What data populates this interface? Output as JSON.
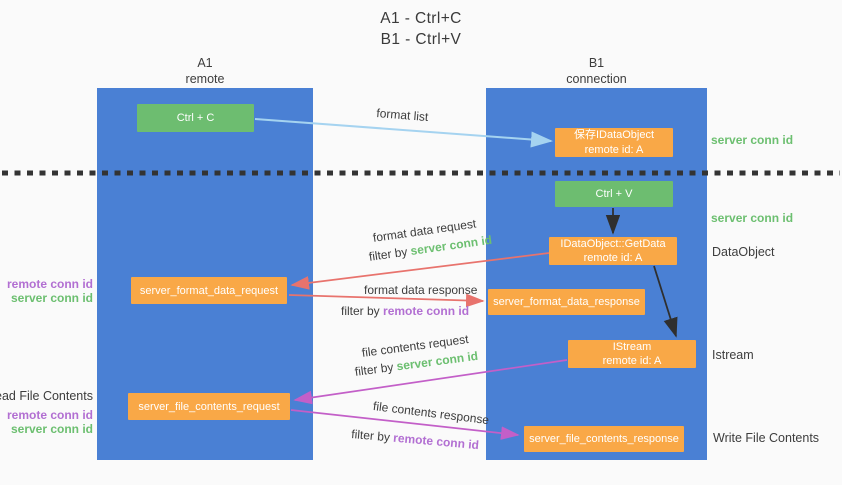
{
  "title": {
    "line1": "A1 - Ctrl+C",
    "line2": "B1 - Ctrl+V"
  },
  "lanes": {
    "left": {
      "name": "A1",
      "subtitle": "remote"
    },
    "right": {
      "name": "B1",
      "subtitle": "connection"
    }
  },
  "nodes": {
    "ctrl_c": {
      "label": "Ctrl + C"
    },
    "save_dataobject": {
      "title": "保存IDataObject",
      "subtitle": "remote id: A"
    },
    "ctrl_v": {
      "label": "Ctrl + V"
    },
    "getdata": {
      "title": "IDataObject::GetData",
      "subtitle": "remote id: A"
    },
    "format_request": {
      "label": "server_format_data_request"
    },
    "format_response": {
      "label": "server_format_data_response"
    },
    "istream": {
      "title": "IStream",
      "subtitle": "remote id: A"
    },
    "file_request": {
      "label": "server_file_contents_request"
    },
    "file_response": {
      "label": "server_file_contents_response"
    }
  },
  "left_annotations": {
    "format_remote_conn": "remote conn id",
    "format_server_conn": "server conn id",
    "read_file_contents": "Read File Contents",
    "file_remote_conn": "remote conn id",
    "file_server_conn": "server conn id"
  },
  "right_annotations": {
    "server_conn_top": "server conn id",
    "server_conn_mid": "server conn id",
    "dataobject": "DataObject",
    "istream": "Istream",
    "write_file_contents": "Write File Contents"
  },
  "edges": {
    "format_list": "format list",
    "format_data_request": "format data request",
    "format_request_filter": {
      "prefix": "filter by",
      "value": "server conn id"
    },
    "format_data_response": "format data response",
    "format_response_filter": {
      "prefix": "filter by",
      "value": "remote conn id"
    },
    "file_contents_request": "file contents request",
    "file_request_filter": {
      "prefix": "filter by",
      "value": "server conn id"
    },
    "file_contents_response": "file contents response",
    "file_response_filter": {
      "prefix": "filter by",
      "value": "remote conn id"
    }
  },
  "colors": {
    "lane_blue": "#4a80d4",
    "box_green": "#6dbd70",
    "box_orange": "#f9a847",
    "arrow_light_blue": "#a5d3f0",
    "arrow_salmon": "#e8736d",
    "arrow_magenta": "#c35fc8",
    "arrow_black": "#2f2f2f",
    "divider_black": "#333333",
    "conn_green": "#6cbf70",
    "conn_purple": "#b26fd2"
  }
}
